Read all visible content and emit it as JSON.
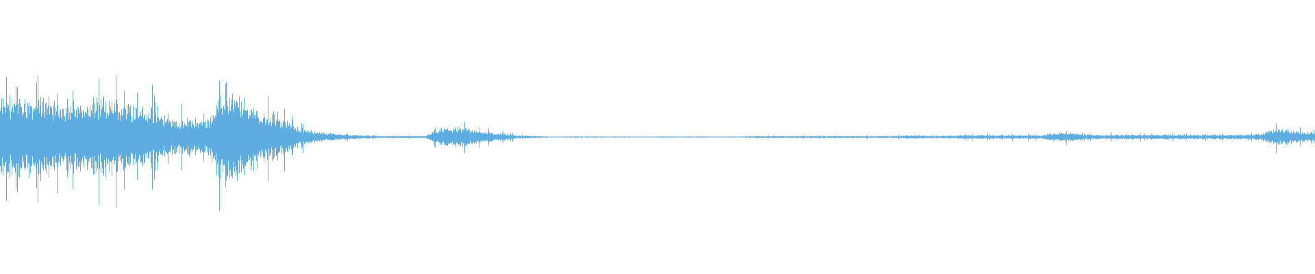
{
  "chart_data": {
    "type": "area",
    "description_kind": "audio-waveform",
    "color": "#5DADE2",
    "background": "#FFFFFF",
    "ylim": [
      -1,
      1
    ],
    "grid": false,
    "legend": "none",
    "bins": 96,
    "envelope": [
      0.25,
      0.25,
      0.24,
      0.26,
      0.22,
      0.22,
      0.2,
      0.24,
      0.25,
      0.22,
      0.2,
      0.18,
      0.13,
      0.1,
      0.12,
      0.1,
      0.25,
      0.27,
      0.22,
      0.17,
      0.13,
      0.1,
      0.06,
      0.035,
      0.025,
      0.018,
      0.012,
      0.01,
      0.006,
      0.006,
      0.006,
      0.006,
      0.05,
      0.06,
      0.055,
      0.04,
      0.03,
      0.02,
      0.01,
      0.006,
      0.003,
      0.003,
      0.003,
      0.003,
      0.003,
      0.003,
      0.003,
      0.003,
      0.003,
      0.003,
      0.003,
      0.003,
      0.003,
      0.003,
      0.003,
      0.006,
      0.006,
      0.006,
      0.006,
      0.006,
      0.006,
      0.006,
      0.006,
      0.006,
      0.006,
      0.006,
      0.01,
      0.01,
      0.008,
      0.008,
      0.012,
      0.012,
      0.012,
      0.012,
      0.012,
      0.012,
      0.01,
      0.03,
      0.025,
      0.018,
      0.016,
      0.015,
      0.015,
      0.015,
      0.015,
      0.015,
      0.015,
      0.015,
      0.015,
      0.015,
      0.015,
      0.015,
      0.02,
      0.05,
      0.045,
      0.03
    ],
    "peak_ratio": 2.1
  }
}
